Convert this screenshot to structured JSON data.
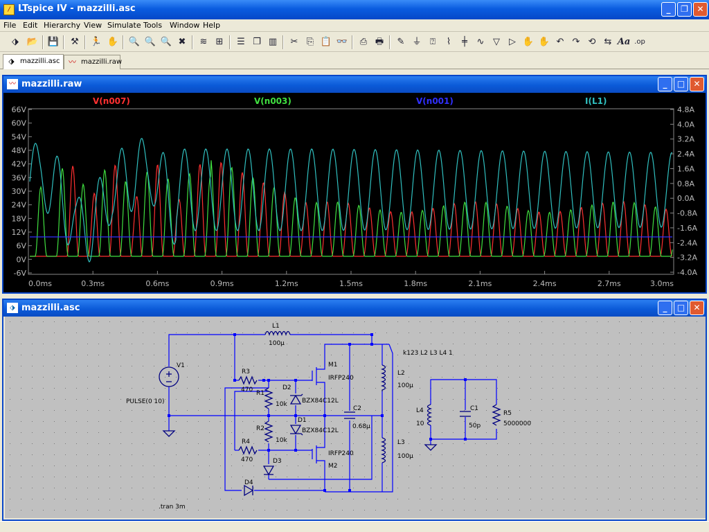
{
  "app": {
    "title": "LTspice IV - mazzilli.asc"
  },
  "menu": [
    "File",
    "Edit",
    "Hierarchy",
    "View",
    "Simulate",
    "Tools",
    "Window",
    "Help"
  ],
  "toolbar": {
    "icons": [
      "open-schematic-icon",
      "open-file-icon",
      "save-icon",
      "control-panel-icon",
      "run-icon",
      "pan-icon",
      "zoom-in-icon",
      "zoom-area-icon",
      "zoom-out-icon",
      "zoom-cancel-icon",
      "autorange-icon",
      "fit-icon",
      "tile-horizontal-icon",
      "cascade-icon",
      "tile-vertical-icon",
      "cut-icon",
      "copy-icon",
      "paste-icon",
      "find-icon",
      "print-setup-icon",
      "print-icon",
      "draw-wire-icon",
      "ground-icon",
      "label-net-icon",
      "resistor-icon",
      "capacitor-icon",
      "inductor-icon",
      "diode-icon",
      "component-icon",
      "move-icon",
      "drag-icon",
      "undo-icon",
      "redo-icon",
      "rotate-icon",
      "mirror-icon",
      "text-icon",
      "spice-directive-icon"
    ],
    "text_label": "Aa",
    "directive_label": ".op"
  },
  "tabs": [
    {
      "label": "mazzilli.asc",
      "active": true
    },
    {
      "label": "mazzilli.raw",
      "active": false
    }
  ],
  "waveform": {
    "title": "mazzilli.raw",
    "traces": [
      {
        "name": "V(n007)",
        "color": "#ff3030"
      },
      {
        "name": "V(n003)",
        "color": "#40e040"
      },
      {
        "name": "V(n001)",
        "color": "#3030ff"
      },
      {
        "name": "I(L1)",
        "color": "#30c0c0"
      }
    ],
    "left_ticks": [
      "66V",
      "60V",
      "54V",
      "48V",
      "42V",
      "36V",
      "30V",
      "24V",
      "18V",
      "12V",
      "6V",
      "0V",
      "-6V"
    ],
    "right_ticks": [
      "4.8A",
      "4.0A",
      "3.2A",
      "2.4A",
      "1.6A",
      "0.8A",
      "0.0A",
      "-0.8A",
      "-1.6A",
      "-2.4A",
      "-3.2A",
      "-4.0A"
    ],
    "x_ticks": [
      "0.0ms",
      "0.3ms",
      "0.6ms",
      "0.9ms",
      "1.2ms",
      "1.5ms",
      "1.8ms",
      "2.1ms",
      "2.4ms",
      "2.7ms",
      "3.0ms"
    ]
  },
  "schematic": {
    "title": "mazzilli.asc",
    "labels": [
      {
        "id": "L1",
        "t": "L1"
      },
      {
        "id": "L1v",
        "t": "100µ"
      },
      {
        "id": "V1",
        "t": "V1"
      },
      {
        "id": "V1v",
        "t": "PULSE(0 10)"
      },
      {
        "id": "R3",
        "t": "R3"
      },
      {
        "id": "R3v",
        "t": "470"
      },
      {
        "id": "R1",
        "t": "R1"
      },
      {
        "id": "R1v",
        "t": "10k"
      },
      {
        "id": "D2",
        "t": "D2"
      },
      {
        "id": "D2v",
        "t": "BZX84C12L"
      },
      {
        "id": "D1",
        "t": "D1"
      },
      {
        "id": "D1v",
        "t": "BZX84C12L"
      },
      {
        "id": "R2",
        "t": "R2"
      },
      {
        "id": "R2v",
        "t": "10k"
      },
      {
        "id": "R4",
        "t": "R4"
      },
      {
        "id": "R4v",
        "t": "470"
      },
      {
        "id": "D3",
        "t": "D3"
      },
      {
        "id": "D4",
        "t": "D4"
      },
      {
        "id": "M1",
        "t": "M1"
      },
      {
        "id": "M1v",
        "t": "IRFP240"
      },
      {
        "id": "M2",
        "t": "M2"
      },
      {
        "id": "M2v",
        "t": "IRFP240"
      },
      {
        "id": "C2",
        "t": "C2"
      },
      {
        "id": "C2v",
        "t": "0.68µ"
      },
      {
        "id": "L2",
        "t": "L2"
      },
      {
        "id": "L2v",
        "t": "100µ"
      },
      {
        "id": "L3",
        "t": "L3"
      },
      {
        "id": "L3v",
        "t": "100µ"
      },
      {
        "id": "K",
        "t": "k123 L2 L3 L4 1"
      },
      {
        "id": "L4",
        "t": "L4"
      },
      {
        "id": "L4v",
        "t": "10"
      },
      {
        "id": "C1",
        "t": "C1"
      },
      {
        "id": "C1v",
        "t": "50p"
      },
      {
        "id": "R5",
        "t": "R5"
      },
      {
        "id": "R5v",
        "t": "5000000"
      },
      {
        "id": "tran",
        "t": ".tran 3m"
      }
    ]
  }
}
